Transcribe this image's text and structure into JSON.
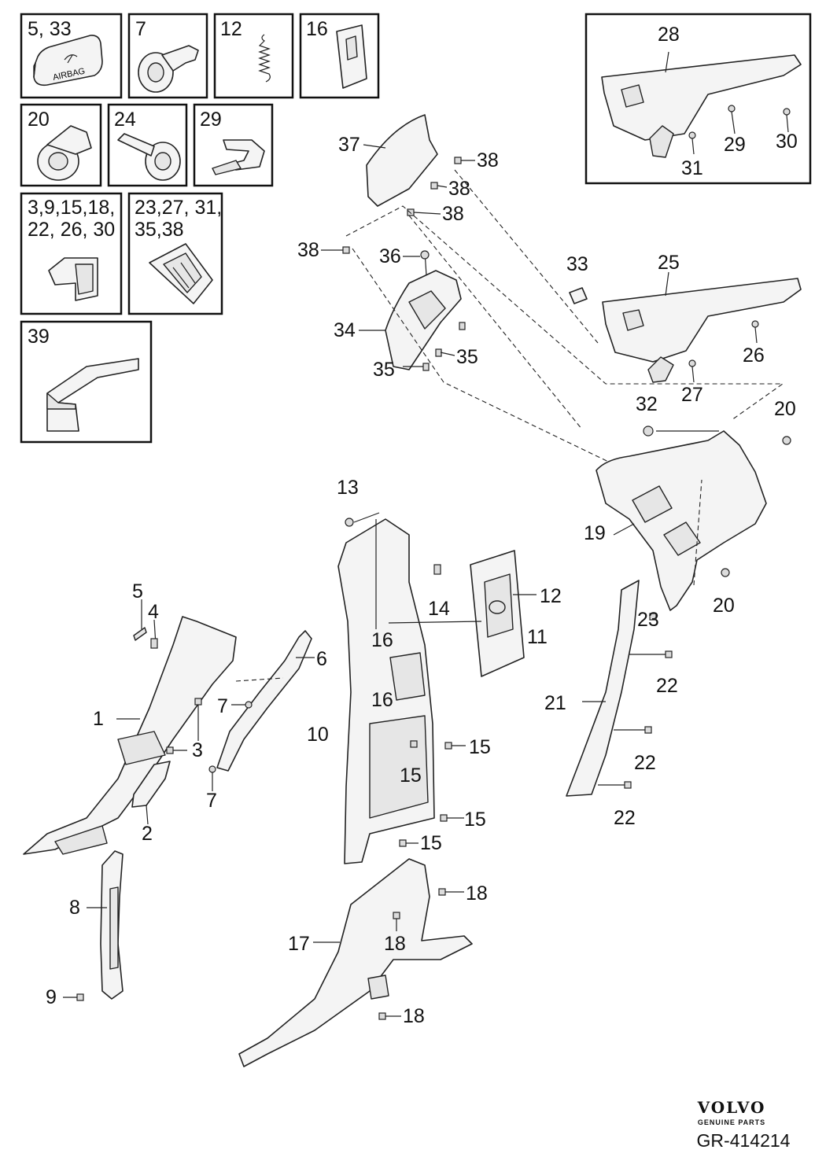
{
  "insets": [
    {
      "label": "5, 33"
    },
    {
      "label": "7"
    },
    {
      "label": "12"
    },
    {
      "label": "16"
    },
    {
      "label": "20"
    },
    {
      "label": "24"
    },
    {
      "label": "29"
    },
    {
      "label": "3,9,15,18,"
    },
    {
      "label": "22, 26, 30"
    },
    {
      "label": "23,27, 31,"
    },
    {
      "label": "35,38"
    },
    {
      "label": "39"
    }
  ],
  "airbag_text": "AIRBAG",
  "callouts": {
    "c1": "1",
    "c2": "2",
    "c3": "3",
    "c4": "4",
    "c5": "5",
    "c6": "6",
    "c7": "7",
    "c8": "8",
    "c9": "9",
    "c10": "10",
    "c11": "11",
    "c12": "12",
    "c13": "13",
    "c14": "14",
    "c15": "15",
    "c16": "16",
    "c17": "17",
    "c18": "18",
    "c19": "19",
    "c20": "20",
    "c21": "21",
    "c22": "22",
    "c23": "23",
    "c25": "25",
    "c26": "26",
    "c27": "27",
    "c28": "28",
    "c29": "29",
    "c30": "30",
    "c31": "31",
    "c32": "32",
    "c33": "33",
    "c34": "34",
    "c35": "35",
    "c36": "36",
    "c37": "37",
    "c38": "38"
  },
  "brand": {
    "name": "VOLVO",
    "sub": "GENUINE PARTS"
  },
  "reference": "GR-414214",
  "colors": {
    "line": "#222222",
    "fill": "#f4f4f4",
    "shade": "#e6e6e6"
  }
}
